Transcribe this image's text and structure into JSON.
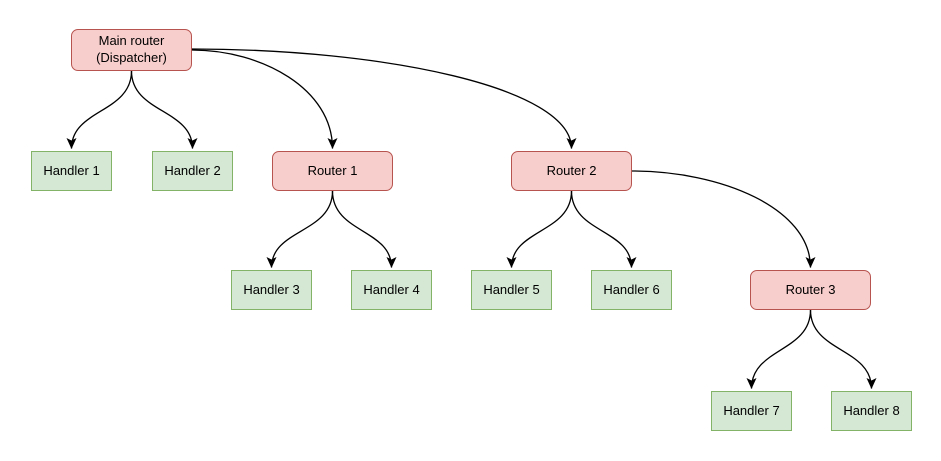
{
  "diagram": {
    "type": "flowchart",
    "background_color": "#ffffff",
    "edge_color": "#000000",
    "node_styles": {
      "router": {
        "fill": "#f8cecc",
        "stroke": "#b85450"
      },
      "handler": {
        "fill": "#d5e8d4",
        "stroke": "#82b366"
      }
    },
    "nodes": {
      "main": {
        "label_lines": [
          "Main router",
          "(Dispatcher)"
        ],
        "kind": "router"
      },
      "handler1": {
        "label": "Handler 1",
        "kind": "handler"
      },
      "handler2": {
        "label": "Handler 2",
        "kind": "handler"
      },
      "router1": {
        "label": "Router 1",
        "kind": "router"
      },
      "router2": {
        "label": "Router 2",
        "kind": "router"
      },
      "handler3": {
        "label": "Handler 3",
        "kind": "handler"
      },
      "handler4": {
        "label": "Handler 4",
        "kind": "handler"
      },
      "handler5": {
        "label": "Handler 5",
        "kind": "handler"
      },
      "handler6": {
        "label": "Handler 6",
        "kind": "handler"
      },
      "router3": {
        "label": "Router 3",
        "kind": "router"
      },
      "handler7": {
        "label": "Handler 7",
        "kind": "handler"
      },
      "handler8": {
        "label": "Handler 8",
        "kind": "handler"
      }
    },
    "edges": [
      {
        "from": "main",
        "to": "handler1"
      },
      {
        "from": "main",
        "to": "handler2"
      },
      {
        "from": "main",
        "to": "router1"
      },
      {
        "from": "main",
        "to": "router2"
      },
      {
        "from": "router1",
        "to": "handler3"
      },
      {
        "from": "router1",
        "to": "handler4"
      },
      {
        "from": "router2",
        "to": "handler5"
      },
      {
        "from": "router2",
        "to": "handler6"
      },
      {
        "from": "router2",
        "to": "router3"
      },
      {
        "from": "router3",
        "to": "handler7"
      },
      {
        "from": "router3",
        "to": "handler8"
      }
    ]
  }
}
